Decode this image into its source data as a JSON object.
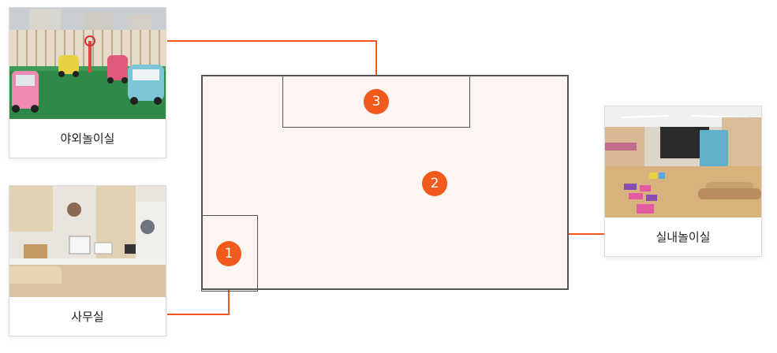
{
  "rooms": [
    {
      "number": "1",
      "label": "사무실"
    },
    {
      "number": "2",
      "label": "실내놀이실"
    },
    {
      "number": "3",
      "label": "야외놀이실"
    }
  ],
  "colors": {
    "accent": "#f25a1d",
    "floor": "#fdf5f1",
    "wall": "#555555"
  }
}
